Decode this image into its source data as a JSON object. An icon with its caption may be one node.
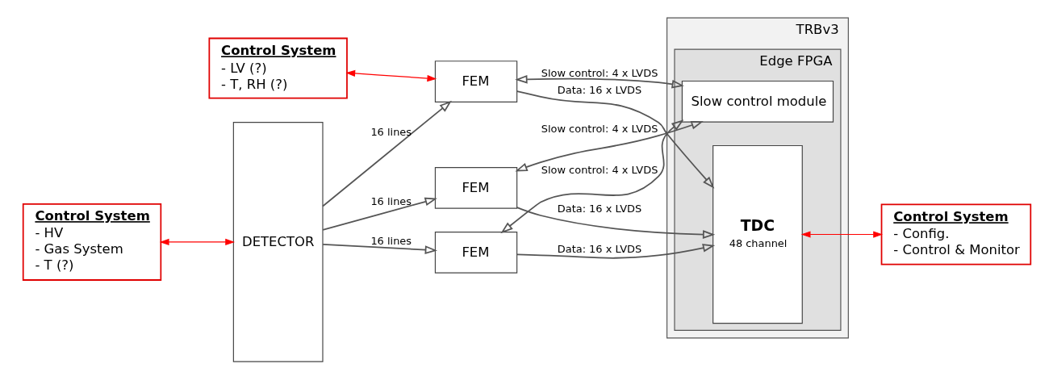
{
  "diagram": {
    "nodes": [
      {
        "text": [
          "Control System",
          "- LV (?)",
          "- T, RH (?)"
        ]
      },
      {
        "text": [
          "Control System",
          "- HV",
          "- Gas System",
          "- T (?)"
        ]
      },
      {
        "text": [
          "TRBv3"
        ]
      },
      {
        "text": [
          "Edge FPGA"
        ],
        "in": 2
      },
      {
        "text": [
          "DETECTOR"
        ]
      },
      {
        "text": [
          "FEM"
        ]
      },
      {
        "text": [
          "FEM"
        ]
      },
      {
        "text": [
          "FEM"
        ]
      },
      {
        "text": [
          "Slow control module"
        ],
        "in": 3
      },
      {
        "text": [
          "TDC",
          "48 channel"
        ],
        "in": 3
      },
      {
        "text": [
          "Control System",
          "- Config.",
          "- Control & Monitor"
        ]
      }
    ],
    "edges": [
      {
        "from": 0,
        "to": 5,
        "arrow": "both",
        "color": "#ff0000"
      },
      {
        "from": 1,
        "to": 4,
        "arrow": "both",
        "color": "#ff0000"
      },
      {
        "from": 4,
        "to": 5,
        "arrow": "to",
        "label": "16 lines"
      },
      {
        "from": 4,
        "to": 6,
        "arrow": "to",
        "label": "16 lines"
      },
      {
        "from": 4,
        "to": 7,
        "arrow": "to",
        "label": "16 lines"
      },
      {
        "from": 5,
        "to": 8,
        "arrow": "both",
        "label": "Slow control: 4 x LVDS"
      },
      {
        "from": 5,
        "to": 9,
        "arrow": "to",
        "label": "Data: 16 x LVDS"
      },
      {
        "from": 6,
        "to": 8,
        "arrow": "both",
        "label": "Slow control: 4 x LVDS"
      },
      {
        "from": 6,
        "to": 9,
        "arrow": "to",
        "label": "Data: 16 x LVDS"
      },
      {
        "from": 7,
        "to": 8,
        "arrow": "both",
        "label": "Slow control: 4 x LVDS"
      },
      {
        "from": 7,
        "to": 9,
        "arrow": "to",
        "label": "Data: 16 x LVDS"
      },
      {
        "from": 9,
        "to": 10,
        "arrow": "both",
        "color": "#ff0000"
      }
    ]
  }
}
